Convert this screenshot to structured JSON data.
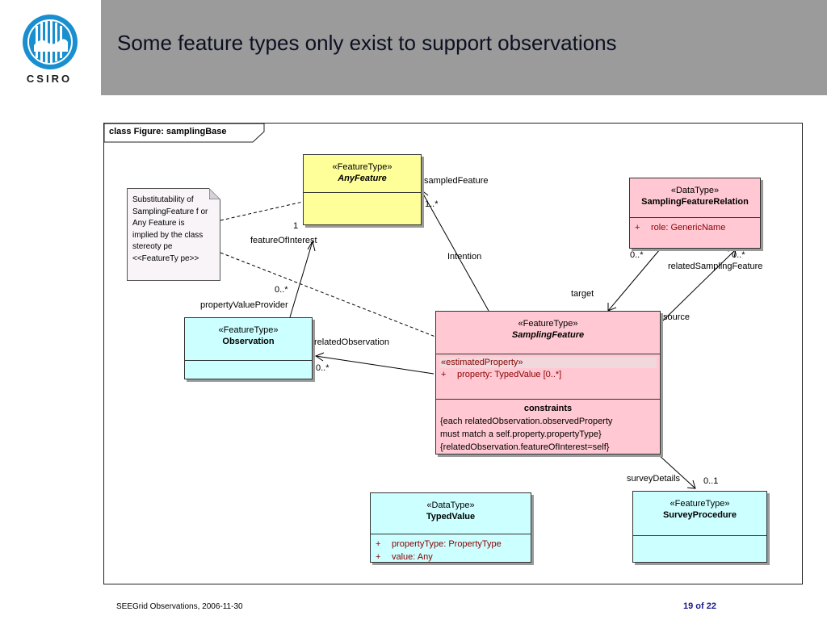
{
  "header": {
    "title": "Some feature types only exist to support observations",
    "logo_text": "CSIRO"
  },
  "diagram": {
    "frame_label": "class Figure: samplingBase",
    "any_feature": {
      "stereotype": "«FeatureType»",
      "name": "AnyFeature"
    },
    "sampling_feature_relation": {
      "stereotype": "«DataType»",
      "name": "SamplingFeatureRelation",
      "attributes": [
        {
          "vis": "+",
          "text": "role:  GenericName"
        }
      ]
    },
    "observation": {
      "stereotype": "«FeatureType»",
      "name": "Observation"
    },
    "sampling_feature": {
      "stereotype": "«FeatureType»",
      "name": "SamplingFeature",
      "attr_stereotype": "«estimatedProperty»",
      "attributes": [
        {
          "vis": "+",
          "text": "property:  TypedValue [0..*]"
        }
      ],
      "constraints_title": "constraints",
      "constraints": [
        "{each relatedObservation.observedProperty",
        "must match a self.property.propertyType}",
        "{relatedObservation.featureOfInterest=self}"
      ]
    },
    "typed_value": {
      "stereotype": "«DataType»",
      "name": "TypedValue",
      "attributes": [
        {
          "vis": "+",
          "text": "propertyType:  PropertyType"
        },
        {
          "vis": "+",
          "text": "value:  Any"
        }
      ]
    },
    "survey_procedure": {
      "stereotype": "«FeatureType»",
      "name": "SurveyProcedure"
    },
    "note_lines": [
      "Substitutability  of",
      "SamplingFeature f or",
      "Any Feature is",
      "implied by  the class",
      "stereoty pe",
      "<<FeatureTy pe>>"
    ],
    "labels": {
      "sampled_feature": "sampledFeature",
      "mult_1_star_a": "1..*",
      "intention": "Intention",
      "mult_1": "1",
      "feature_of_interest": "featureOfInterest",
      "mult_0_star_a": "0..*",
      "property_value_provider": "propertyValueProvider",
      "related_observation": "relatedObservation",
      "mult_0_star_b": "0..*",
      "mult_0_star_c": "0..*",
      "mult_0_star_d": "0..*",
      "related_sampling_feature": "relatedSamplingFeature",
      "target": "target",
      "source": "source",
      "survey_details": "surveyDetails",
      "mult_0_1": "0..1"
    }
  },
  "footer": {
    "left": "SEEGrid Observations, 2006-11-30",
    "page": "19 of  22"
  }
}
